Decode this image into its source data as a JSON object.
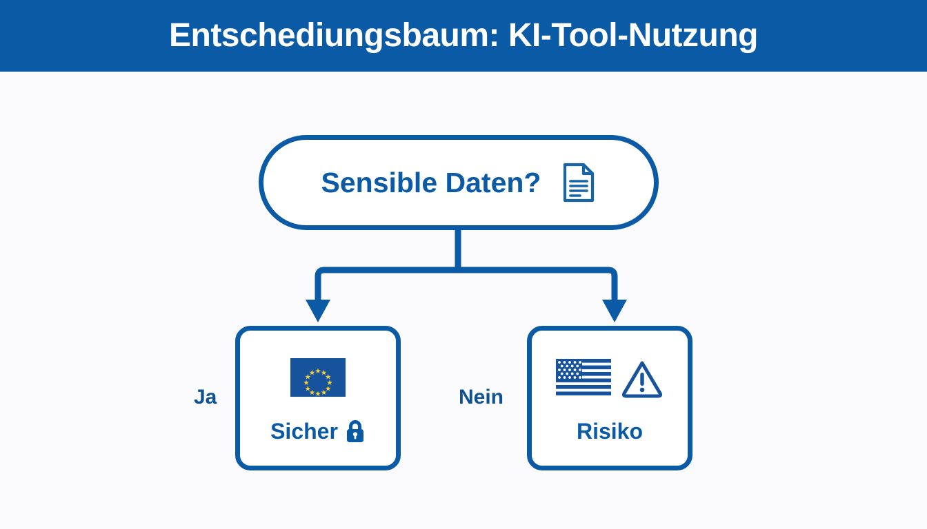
{
  "header": {
    "title": "Entschediungsbaum: KI-Tool-Nutzung",
    "background_color": "#0a5aa6",
    "text_color": "#ffffff"
  },
  "theme": {
    "accent": "#0a5aa6",
    "accent_text": "#0f5294",
    "page_background": "#fbfbfd",
    "node_fill": "#ffffff",
    "star_gold": "#f2cf3b"
  },
  "diagram": {
    "type": "decision-tree",
    "root": {
      "label": "Sensible Daten?",
      "shape": "pill",
      "icon": "document-icon"
    },
    "branches": [
      {
        "edge_label": "Ja",
        "node_caption": "Sicher",
        "icons": [
          "eu-flag-icon",
          "lock-icon"
        ],
        "shape": "rounded-rect"
      },
      {
        "edge_label": "Nein",
        "node_caption": "Risiko",
        "icons": [
          "us-flag-icon",
          "warning-triangle-icon"
        ],
        "shape": "rounded-rect"
      }
    ]
  }
}
